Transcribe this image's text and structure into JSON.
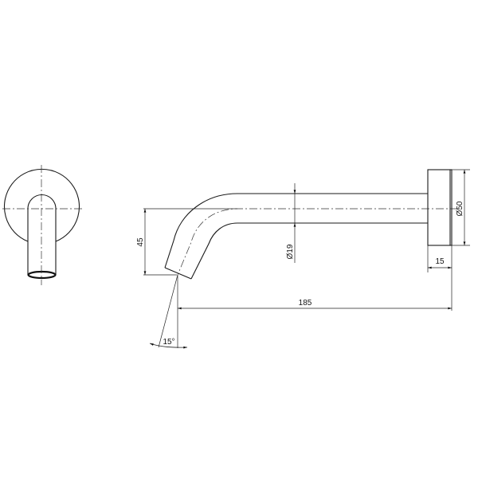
{
  "drawing": {
    "subject": "wall spout technical drawing",
    "views": [
      "front view",
      "side view"
    ],
    "dimensions": {
      "drop_height": "45",
      "pipe_diameter": "Ø19",
      "flange_diameter": "Ø50",
      "flange_depth": "15",
      "projection_length": "185",
      "outlet_angle": "15°"
    }
  },
  "colors": {
    "line": "#1a1a1a",
    "background": "#ffffff"
  }
}
